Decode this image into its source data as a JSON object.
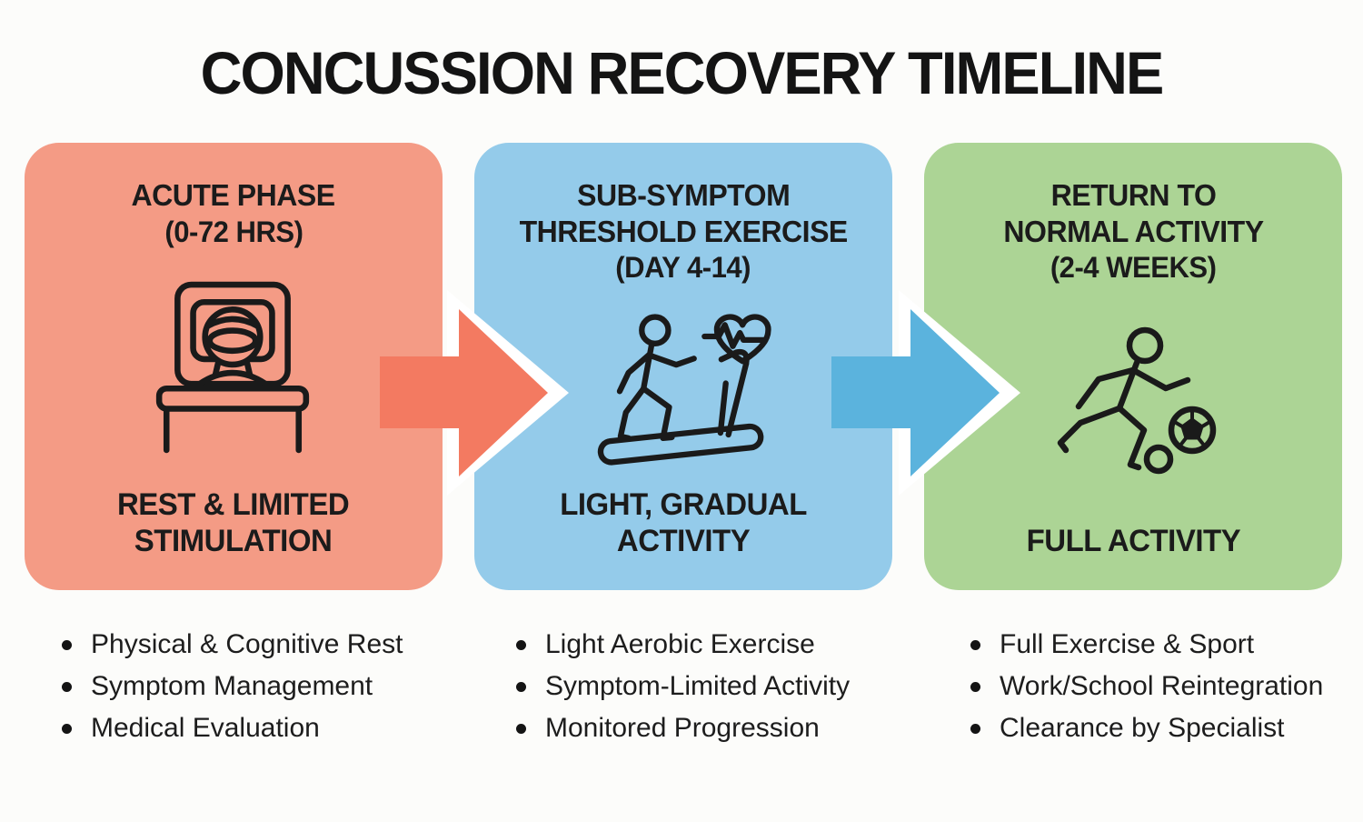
{
  "title": "CONCUSSION RECOVERY TIMELINE",
  "colors": {
    "background": "#fcfcfa",
    "text": "#1b1b1b",
    "panel_red": "#f49b85",
    "panel_blue": "#94cbea",
    "panel_green": "#acd495",
    "arrow_red": "#f37a61",
    "arrow_blue": "#5bb3dd"
  },
  "phases": [
    {
      "title_lines": [
        "ACUTE PHASE"
      ],
      "subtitle": "(0-72 HRS)",
      "icon": "person-sleeping-in-bed-icon",
      "label_lines": [
        "REST & LIMITED",
        "STIMULATION"
      ],
      "bullets": [
        "Physical & Cognitive Rest",
        "Symptom Management",
        "Medical Evaluation"
      ]
    },
    {
      "title_lines": [
        "SUB-SYMPTOM",
        "THRESHOLD EXERCISE"
      ],
      "subtitle": "(DAY 4-14)",
      "icon": "treadmill-walking-heart-icon",
      "label_lines": [
        "LIGHT, GRADUAL",
        "ACTIVITY"
      ],
      "bullets": [
        "Light Aerobic Exercise",
        "Symptom-Limited Activity",
        "Monitored Progression"
      ]
    },
    {
      "title_lines": [
        "RETURN TO",
        "NORMAL ACTIVITY"
      ],
      "subtitle": "(2-4 WEEKS)",
      "icon": "running-with-soccer-ball-icon",
      "label_lines": [
        "FULL ACTIVITY"
      ],
      "bullets": [
        "Full Exercise & Sport",
        "Work/School Reintegration",
        "Clearance by Specialist"
      ]
    }
  ]
}
